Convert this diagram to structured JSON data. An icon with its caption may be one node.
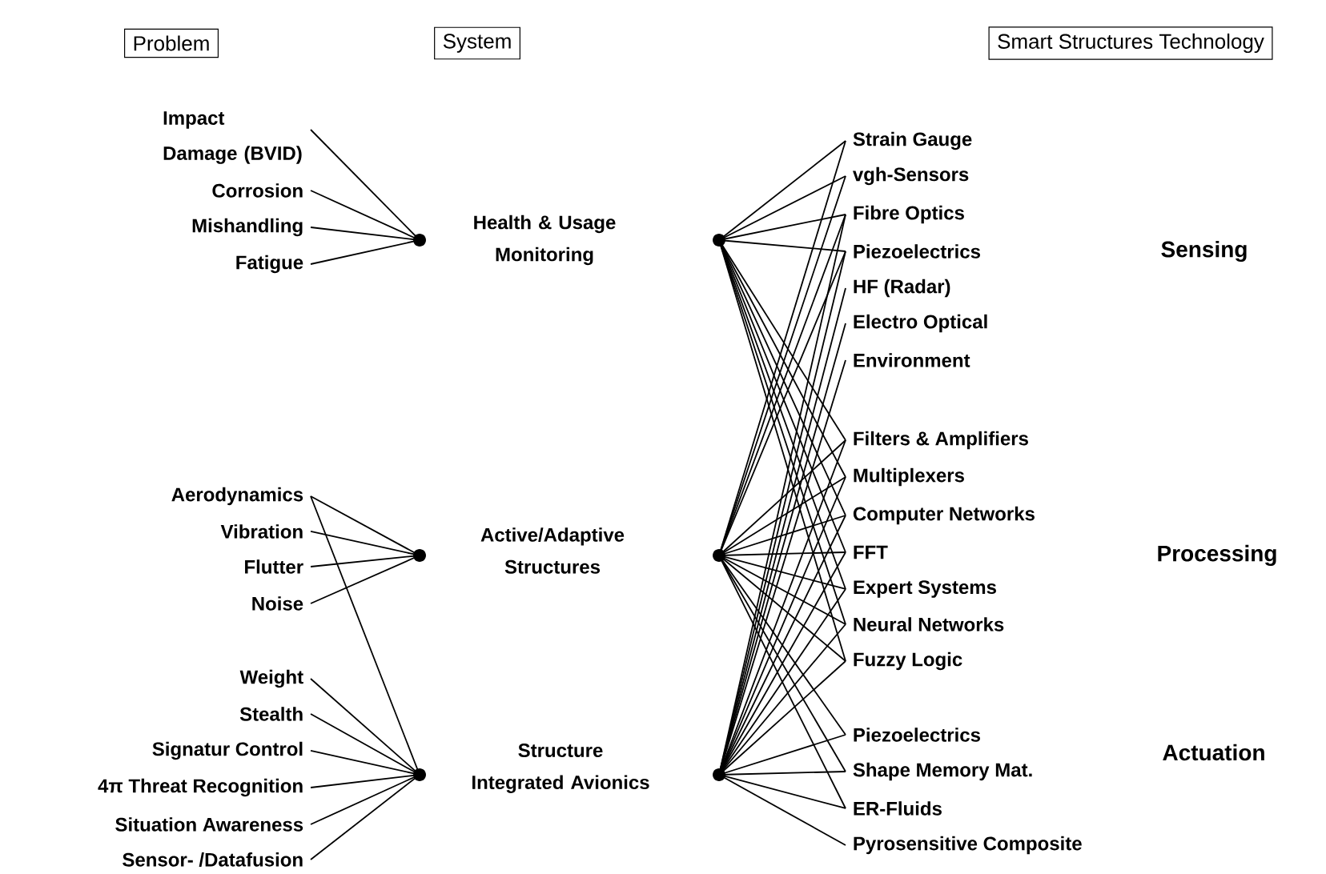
{
  "diagram": {
    "nodes": [
      {
        "text": [
          "Problem"
        ]
      },
      {
        "text": [
          "System"
        ]
      },
      {
        "text": [
          "Smart Structures Technology"
        ]
      },
      {
        "text": [
          "Impact Damage (BVID)"
        ]
      },
      {
        "text": [
          "Corrosion"
        ]
      },
      {
        "text": [
          "Mishandling"
        ]
      },
      {
        "text": [
          "Fatigue"
        ]
      },
      {
        "text": [
          "Aerodynamics"
        ]
      },
      {
        "text": [
          "Vibration"
        ]
      },
      {
        "text": [
          "Flutter"
        ]
      },
      {
        "text": [
          "Noise"
        ]
      },
      {
        "text": [
          "Weight"
        ]
      },
      {
        "text": [
          "Stealth"
        ]
      },
      {
        "text": [
          "Signatur Control"
        ]
      },
      {
        "text": [
          "4π Threat Recognition"
        ]
      },
      {
        "text": [
          "Situation Awareness"
        ]
      },
      {
        "text": [
          "Sensor- /Datafusion"
        ]
      },
      {
        "text": [],
        "shape": "circle",
        "beside": [
          "Health & Usage Monitoring"
        ]
      },
      {
        "text": [],
        "shape": "circle",
        "beside": [
          "Active/Adaptive Structures"
        ]
      },
      {
        "text": [],
        "shape": "circle",
        "beside": [
          "Structure Integrated Avionics"
        ]
      },
      {
        "text": [
          "Strain Gauge"
        ]
      },
      {
        "text": [
          "vgh-Sensors"
        ]
      },
      {
        "text": [
          "Fibre Optics"
        ]
      },
      {
        "text": [
          "Piezoelectrics"
        ]
      },
      {
        "text": [
          "HF (Radar)"
        ]
      },
      {
        "text": [
          "Electro Optical"
        ]
      },
      {
        "text": [
          "Environment"
        ]
      },
      {
        "text": [
          "Filters & Amplifiers"
        ]
      },
      {
        "text": [
          "Multiplexers"
        ]
      },
      {
        "text": [
          "Computer Networks"
        ]
      },
      {
        "text": [
          "FFT"
        ]
      },
      {
        "text": [
          "Expert Systems"
        ]
      },
      {
        "text": [
          "Neural Networks"
        ]
      },
      {
        "text": [
          "Fuzzy Logic"
        ]
      },
      {
        "text": [
          "Piezoelectrics"
        ]
      },
      {
        "text": [
          "Shape Memory Mat."
        ]
      },
      {
        "text": [
          "ER-Fluids"
        ]
      },
      {
        "text": [
          "Pyrosensitive Composite"
        ]
      },
      {
        "text": [],
        "shape": "circle"
      },
      {
        "text": [],
        "shape": "circle"
      },
      {
        "text": [],
        "shape": "circle"
      }
    ],
    "edges": [
      {
        "from": 3,
        "to": 17,
        "arrow": "none"
      },
      {
        "from": 4,
        "to": 17,
        "arrow": "none"
      },
      {
        "from": 5,
        "to": 17,
        "arrow": "none"
      },
      {
        "from": 6,
        "to": 17,
        "arrow": "none"
      },
      {
        "from": 7,
        "to": 18,
        "arrow": "none"
      },
      {
        "from": 8,
        "to": 18,
        "arrow": "none"
      },
      {
        "from": 9,
        "to": 18,
        "arrow": "none"
      },
      {
        "from": 10,
        "to": 18,
        "arrow": "none"
      },
      {
        "from": 7,
        "to": 19,
        "arrow": "none"
      },
      {
        "from": 11,
        "to": 19,
        "arrow": "none"
      },
      {
        "from": 12,
        "to": 19,
        "arrow": "none"
      },
      {
        "from": 13,
        "to": 19,
        "arrow": "none"
      },
      {
        "from": 14,
        "to": 19,
        "arrow": "none"
      },
      {
        "from": 15,
        "to": 19,
        "arrow": "none"
      },
      {
        "from": 16,
        "to": 19,
        "arrow": "none"
      },
      {
        "from": 38,
        "to": 20,
        "arrow": "none"
      },
      {
        "from": 38,
        "to": 21,
        "arrow": "none"
      },
      {
        "from": 38,
        "to": 22,
        "arrow": "none"
      },
      {
        "from": 38,
        "to": 23,
        "arrow": "none"
      },
      {
        "from": 38,
        "to": 27,
        "arrow": "none"
      },
      {
        "from": 38,
        "to": 28,
        "arrow": "none"
      },
      {
        "from": 38,
        "to": 29,
        "arrow": "none"
      },
      {
        "from": 38,
        "to": 30,
        "arrow": "none"
      },
      {
        "from": 38,
        "to": 31,
        "arrow": "none"
      },
      {
        "from": 38,
        "to": 32,
        "arrow": "none"
      },
      {
        "from": 38,
        "to": 33,
        "arrow": "none"
      },
      {
        "from": 39,
        "to": 20,
        "arrow": "none"
      },
      {
        "from": 39,
        "to": 21,
        "arrow": "none"
      },
      {
        "from": 39,
        "to": 22,
        "arrow": "none"
      },
      {
        "from": 39,
        "to": 23,
        "arrow": "none"
      },
      {
        "from": 39,
        "to": 27,
        "arrow": "none"
      },
      {
        "from": 39,
        "to": 28,
        "arrow": "none"
      },
      {
        "from": 39,
        "to": 29,
        "arrow": "none"
      },
      {
        "from": 39,
        "to": 30,
        "arrow": "none"
      },
      {
        "from": 39,
        "to": 31,
        "arrow": "none"
      },
      {
        "from": 39,
        "to": 32,
        "arrow": "none"
      },
      {
        "from": 39,
        "to": 33,
        "arrow": "none"
      },
      {
        "from": 39,
        "to": 34,
        "arrow": "none"
      },
      {
        "from": 39,
        "to": 35,
        "arrow": "none"
      },
      {
        "from": 39,
        "to": 36,
        "arrow": "none"
      },
      {
        "from": 40,
        "to": 22,
        "arrow": "none"
      },
      {
        "from": 40,
        "to": 23,
        "arrow": "none"
      },
      {
        "from": 40,
        "to": 24,
        "arrow": "none"
      },
      {
        "from": 40,
        "to": 25,
        "arrow": "none"
      },
      {
        "from": 40,
        "to": 26,
        "arrow": "none"
      },
      {
        "from": 40,
        "to": 27,
        "arrow": "none"
      },
      {
        "from": 40,
        "to": 28,
        "arrow": "none"
      },
      {
        "from": 40,
        "to": 29,
        "arrow": "none"
      },
      {
        "from": 40,
        "to": 30,
        "arrow": "none"
      },
      {
        "from": 40,
        "to": 31,
        "arrow": "none"
      },
      {
        "from": 40,
        "to": 32,
        "arrow": "none"
      },
      {
        "from": 40,
        "to": 33,
        "arrow": "none"
      },
      {
        "from": 40,
        "to": 34,
        "arrow": "none"
      },
      {
        "from": 40,
        "to": 35,
        "arrow": "none"
      },
      {
        "from": 40,
        "to": 37,
        "arrow": "none"
      },
      {
        "from": 40,
        "to": 36,
        "arrow": "none"
      }
    ],
    "labels": [
      "Sensing",
      "Processing",
      "Actuation"
    ]
  }
}
